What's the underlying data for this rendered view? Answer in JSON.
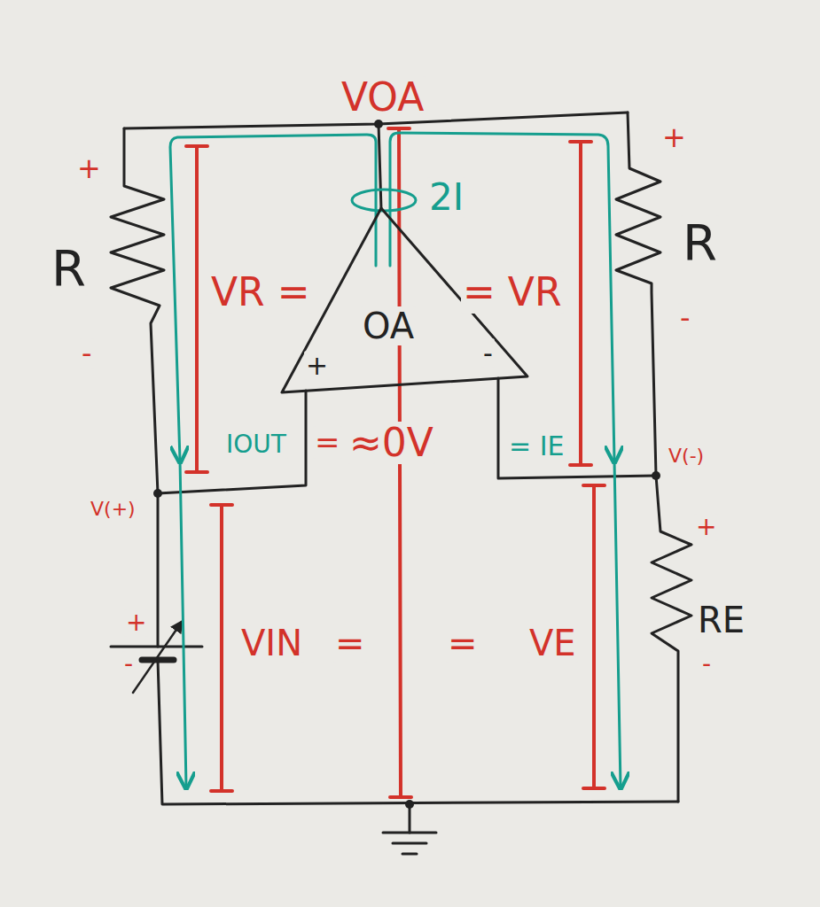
{
  "diagram": {
    "nodes": [
      {
        "text": [
          "OA",
          "+",
          "-"
        ]
      }
    ],
    "labels": [
      "VOA",
      "+",
      "+",
      "2I",
      "R",
      "R",
      "VR =",
      "= VR",
      "-",
      "-",
      "IOUT",
      "=",
      "≈0V",
      "= IE",
      "V(+)",
      "V(-)",
      "+",
      "+",
      "-",
      "VIN",
      "=",
      "=",
      "VE",
      "RE",
      "-"
    ]
  }
}
